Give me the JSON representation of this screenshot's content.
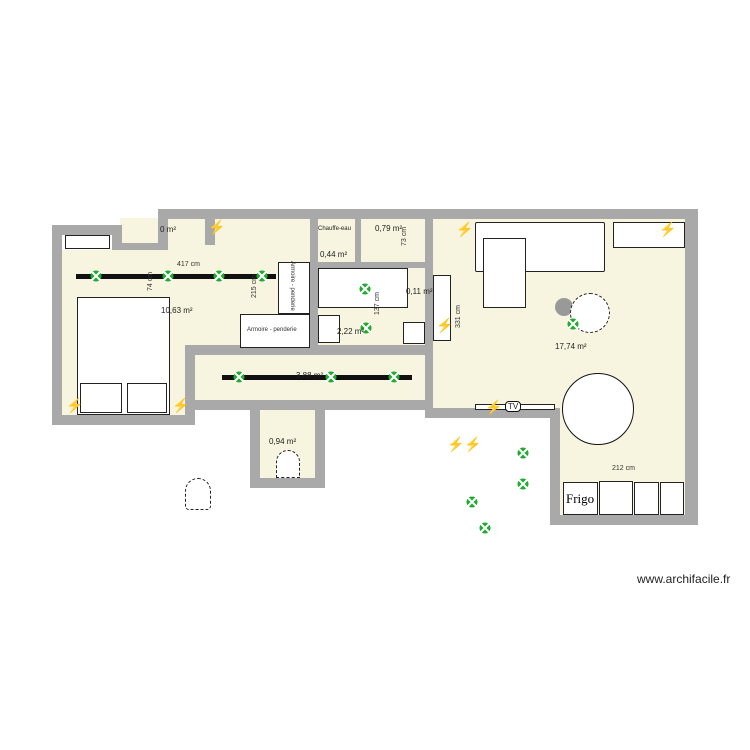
{
  "plan": {
    "rooms": [
      {
        "id": "entry",
        "area": "0 m²"
      },
      {
        "id": "bedroom",
        "area": "10,63 m²"
      },
      {
        "id": "boiler",
        "area": "0,44 m²",
        "label": "Chauffe-eau"
      },
      {
        "id": "storage",
        "area": "0,79 m²"
      },
      {
        "id": "niche",
        "area": "0,11 m²"
      },
      {
        "id": "bathroom",
        "area": "2,22 m²"
      },
      {
        "id": "corridor",
        "area": "3,88 m²"
      },
      {
        "id": "wc",
        "area": "0,94 m²"
      },
      {
        "id": "living",
        "area": "17,74 m²"
      }
    ],
    "dimensions": {
      "bedroom_width": "417 cm",
      "bedroom_small": "74 cm",
      "wardrobe_height": "215 cm",
      "storage_height": "73 cm",
      "bath_height": "137 cm",
      "living_height": "331 cm",
      "kitchen_width": "212 cm"
    },
    "furniture": {
      "wardrobe1": "Armoire - penderie",
      "wardrobe2": "Armoire - penderie",
      "tv": "TV",
      "fridge": "Frigo"
    }
  },
  "watermark": "www.archifacile.fr",
  "colors": {
    "wall": "#a9a9a9",
    "floor": "#f7f5df",
    "spot": "#22aa33",
    "electric": "#1a22c9"
  }
}
